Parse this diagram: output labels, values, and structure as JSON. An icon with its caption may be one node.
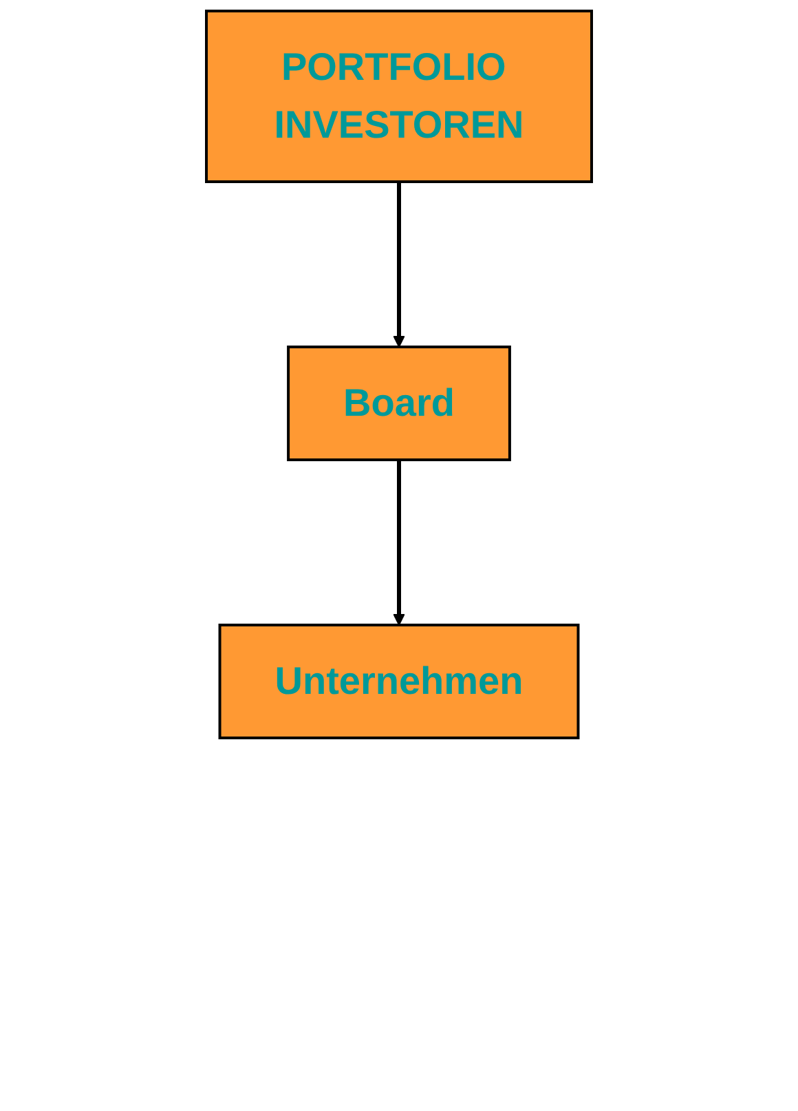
{
  "diagram": {
    "nodes": [
      {
        "text": [
          "PORTFOLIO INVESTOREN"
        ]
      },
      {
        "text": [
          "Board"
        ]
      },
      {
        "text": [
          "Unternehmen"
        ]
      }
    ],
    "edges": [
      {
        "from": 0,
        "to": 1,
        "arrow": "to"
      },
      {
        "from": 1,
        "to": 2,
        "arrow": "to"
      }
    ]
  }
}
